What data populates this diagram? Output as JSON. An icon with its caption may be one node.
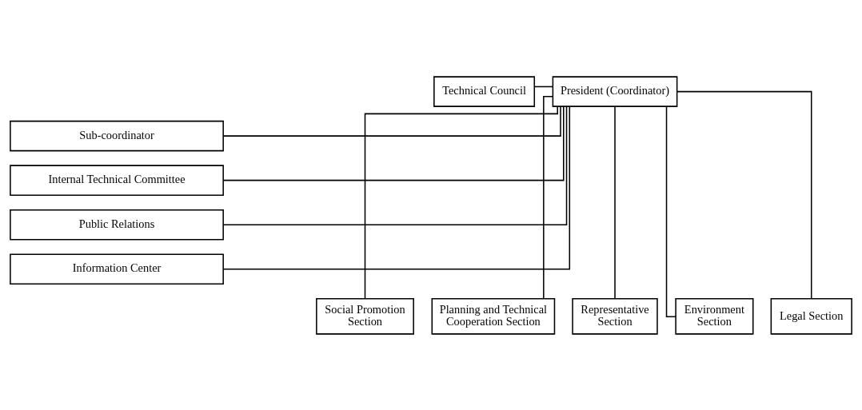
{
  "diagram": {
    "nodes": [
      {
        "text": [
          "Technical Council"
        ]
      },
      {
        "text": [
          "President (Coordinator)"
        ]
      },
      {
        "text": [
          "Sub-coordinator"
        ]
      },
      {
        "text": [
          "Internal Technical Committee"
        ]
      },
      {
        "text": [
          "Public Relations"
        ]
      },
      {
        "text": [
          "Information Center"
        ]
      },
      {
        "text": [
          "Social Promotion Section"
        ]
      },
      {
        "text": [
          "Planning and Technical Cooperation Section"
        ]
      },
      {
        "text": [
          "Representative Section"
        ]
      },
      {
        "text": [
          "Environment Section"
        ]
      },
      {
        "text": [
          "Legal Section"
        ]
      }
    ],
    "edges": [
      {
        "from": 0,
        "to": 1,
        "arrow": "none"
      },
      {
        "from": 1,
        "to": 2,
        "arrow": "none"
      },
      {
        "from": 1,
        "to": 3,
        "arrow": "none"
      },
      {
        "from": 1,
        "to": 4,
        "arrow": "none"
      },
      {
        "from": 1,
        "to": 5,
        "arrow": "none"
      },
      {
        "from": 1,
        "to": 6,
        "arrow": "none"
      },
      {
        "from": 1,
        "to": 7,
        "arrow": "none"
      },
      {
        "from": 1,
        "to": 8,
        "arrow": "none"
      },
      {
        "from": 1,
        "to": 9,
        "arrow": "none"
      },
      {
        "from": 1,
        "to": 10,
        "arrow": "none"
      }
    ]
  }
}
